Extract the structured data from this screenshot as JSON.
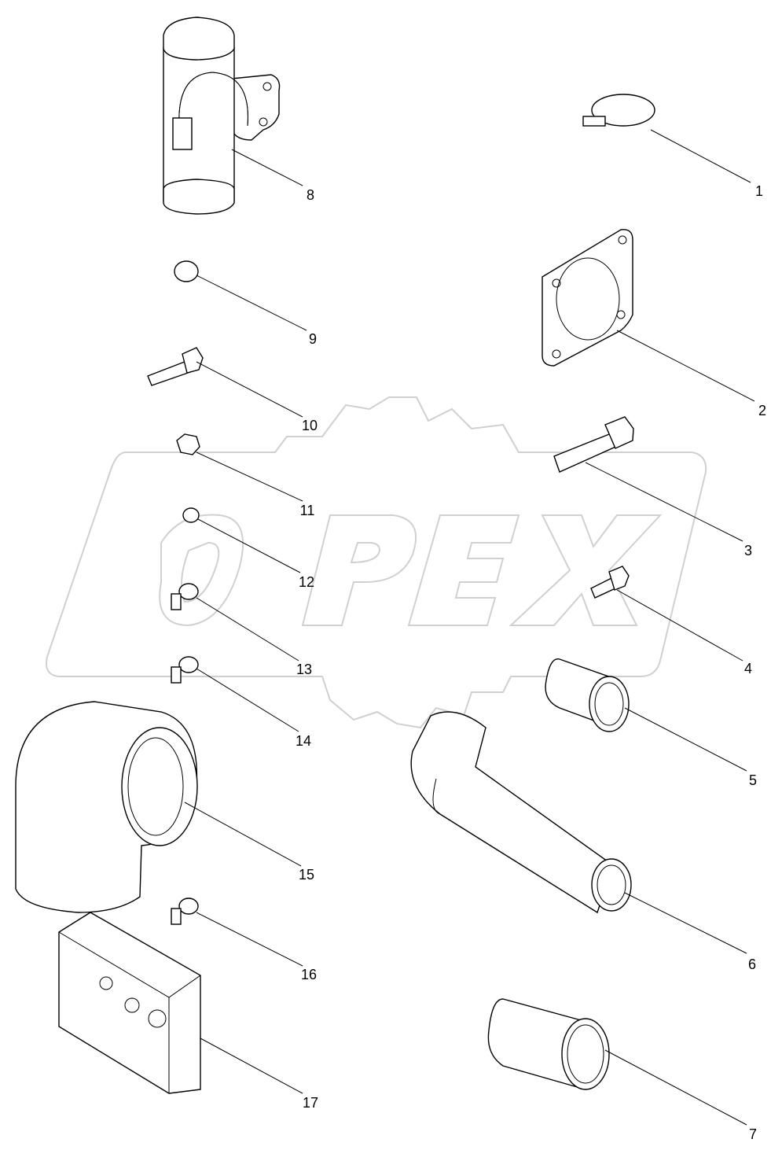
{
  "watermark": {
    "text": "OPEX",
    "color": "#d0d0d0"
  },
  "callouts": [
    "1",
    "2",
    "3",
    "4",
    "5",
    "6",
    "7",
    "8",
    "9",
    "10",
    "11",
    "12",
    "13",
    "14",
    "15",
    "16",
    "17"
  ]
}
